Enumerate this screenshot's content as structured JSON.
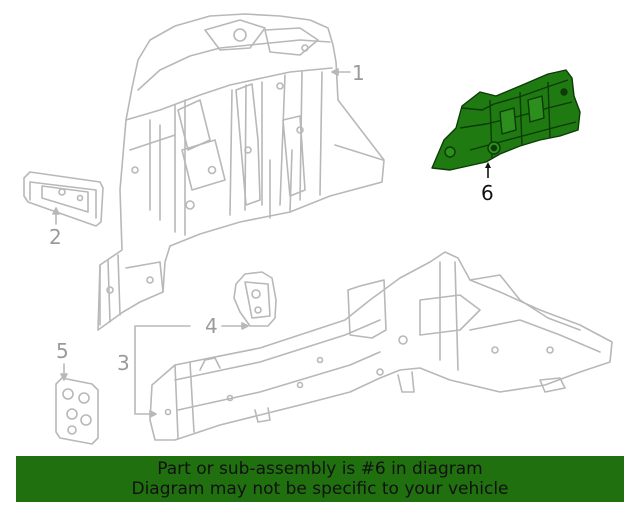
{
  "callouts": {
    "c1": "1",
    "c2": "2",
    "c3": "3",
    "c4": "4",
    "c5": "5",
    "c6": "6"
  },
  "highlighted_part": "6",
  "colors": {
    "line_gray": "#b8b8b8",
    "label_gray": "#9a9a9a",
    "highlight_fill": "#1f7a12",
    "highlight_stroke": "#0d3b07",
    "banner_bg": "#207010",
    "banner_text": "#111111"
  },
  "banner": {
    "line1": "Part or sub-assembly is #6 in diagram",
    "line2": "Diagram may not be specific to your vehicle"
  }
}
